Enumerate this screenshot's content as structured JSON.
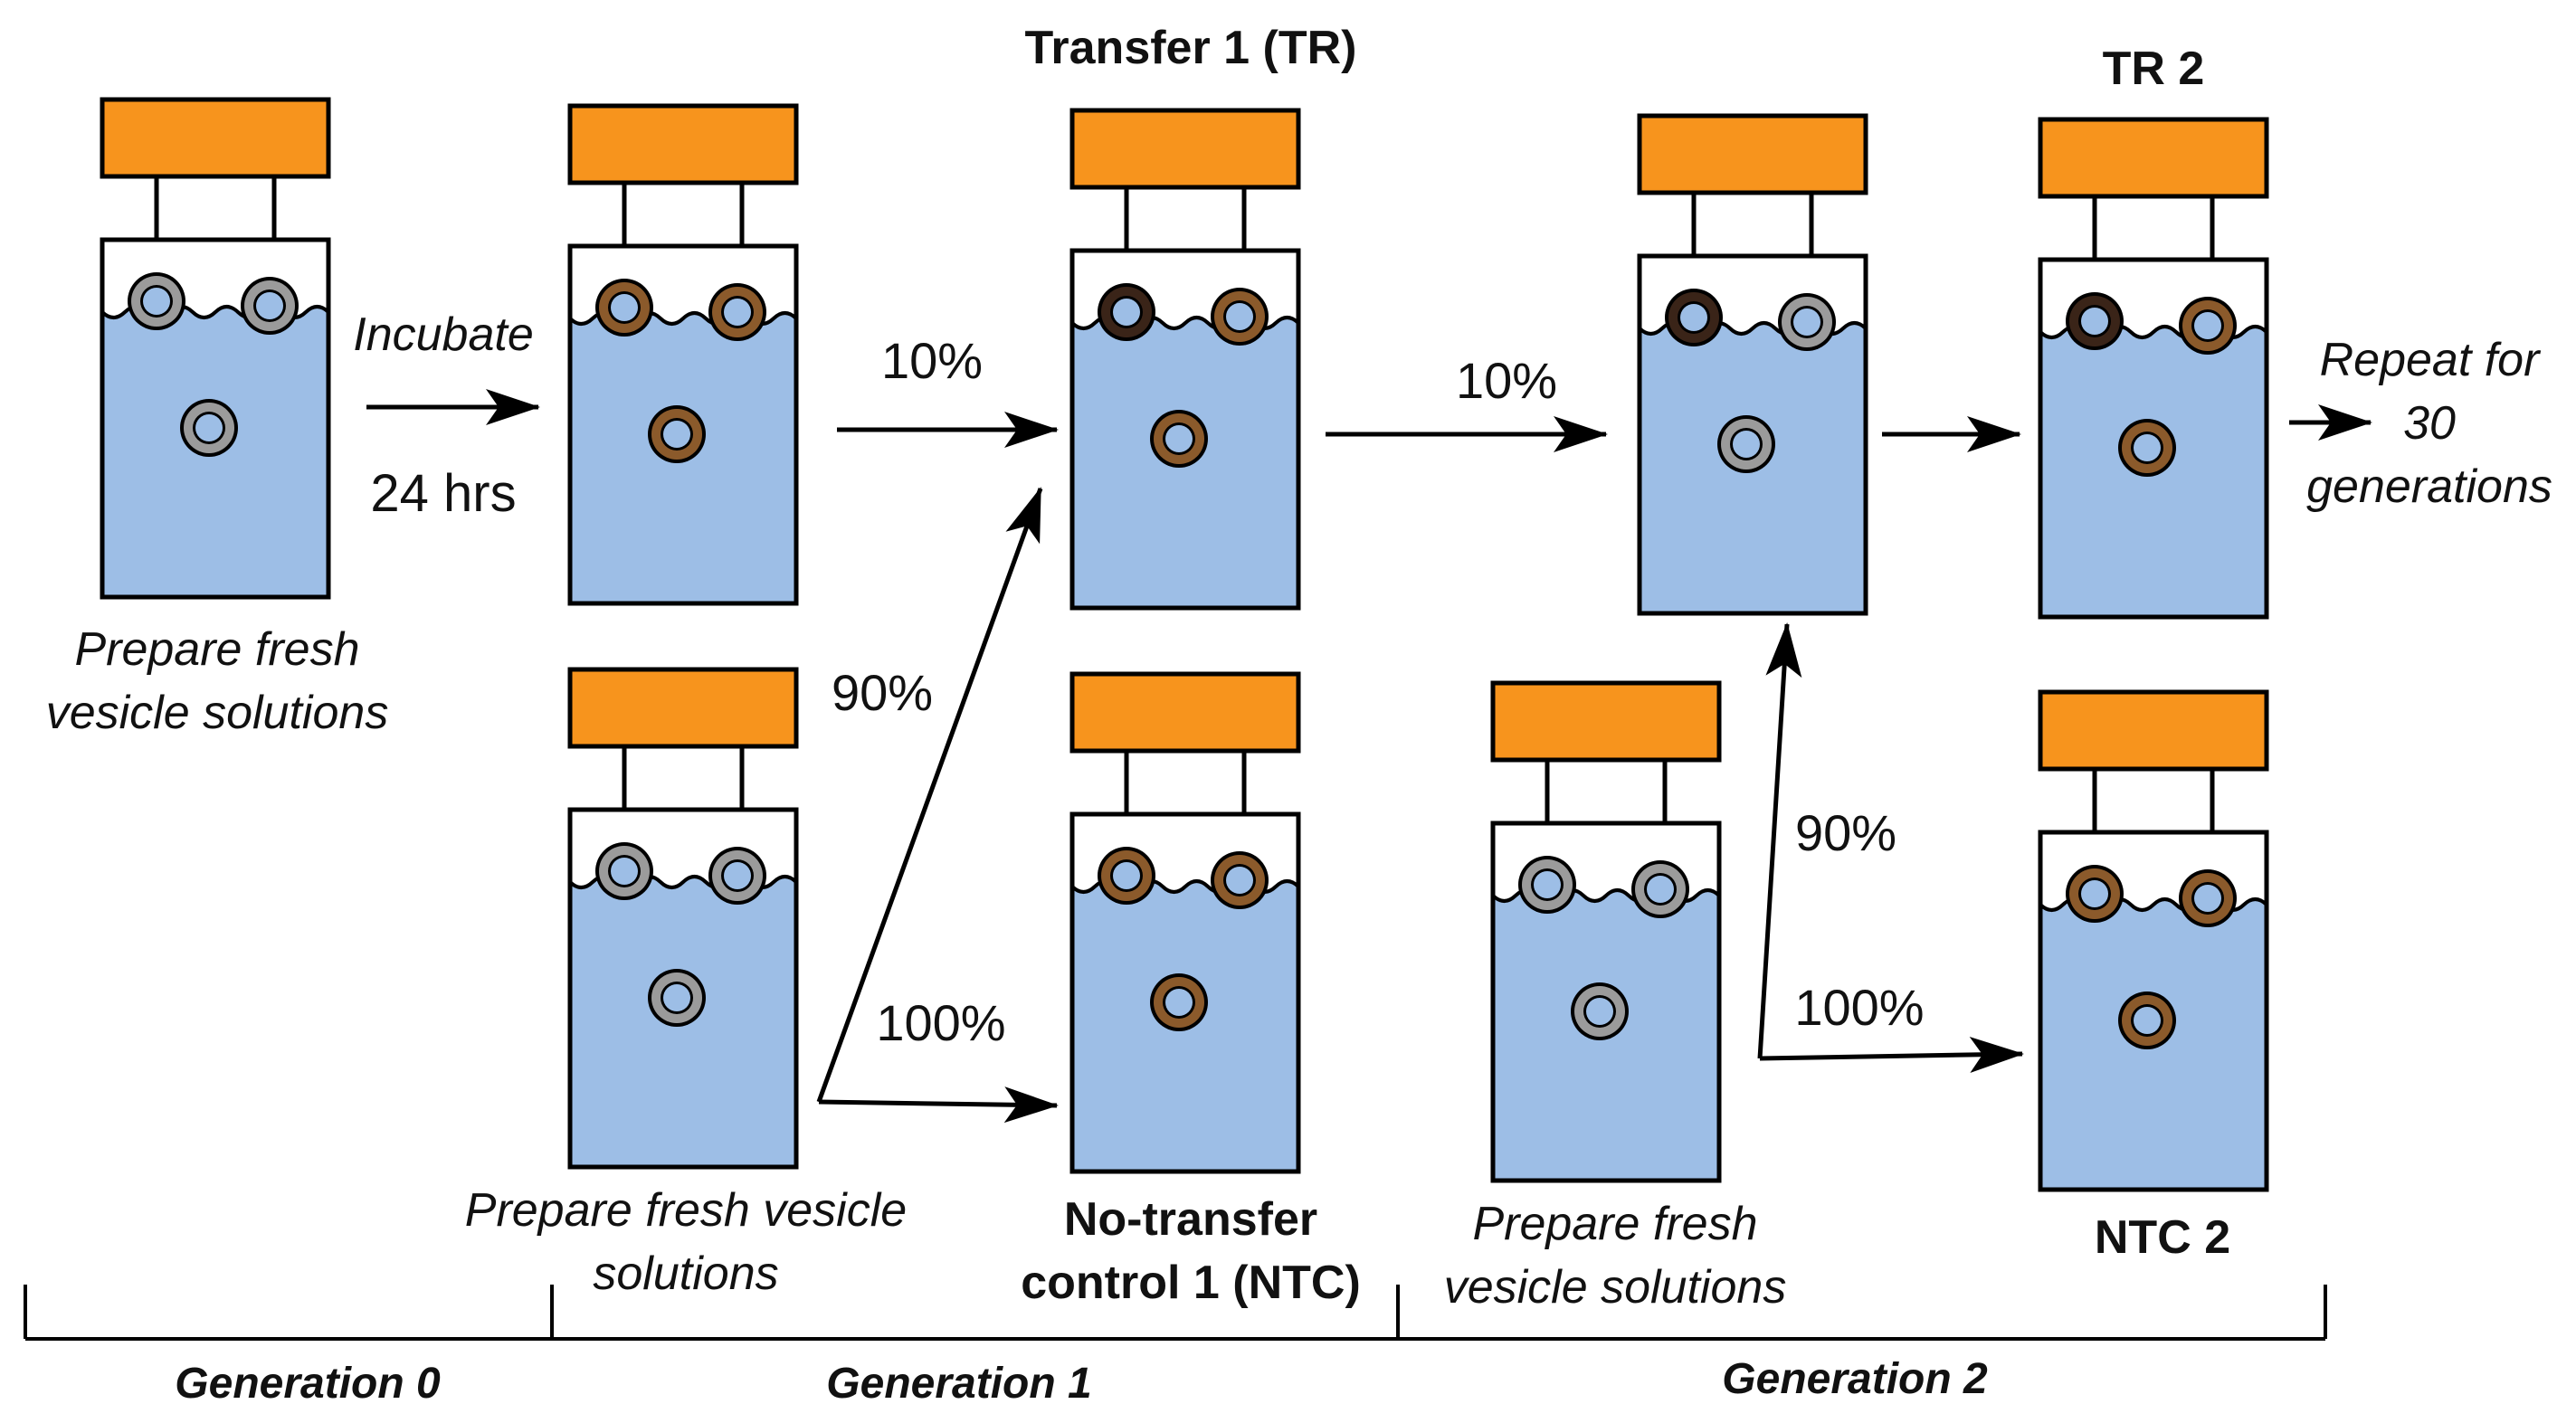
{
  "labels": {
    "incubate": "Incubate",
    "hours": "24 hrs",
    "prepare_gen0_line1": "Prepare fresh",
    "prepare_gen0_line2": "vesicle solutions",
    "prepare_gen1_line1": "Prepare fresh vesicle",
    "prepare_gen1_line2": "solutions",
    "prepare_gen2_line1": "Prepare fresh",
    "prepare_gen2_line2": "vesicle solutions",
    "transfer1": "Transfer 1 (TR)",
    "tr2": "TR 2",
    "ntc1_line1": "No-transfer",
    "ntc1_line2": "control 1 (NTC)",
    "ntc2": "NTC 2",
    "pct_10_a": "10%",
    "pct_10_b": "10%",
    "pct_90_a": "90%",
    "pct_90_b": "90%",
    "pct_100_a": "100%",
    "pct_100_b": "100%",
    "repeat_line1": "Repeat for",
    "repeat_line2": "30",
    "repeat_line3": "generations"
  },
  "generations": [
    "Generation 0",
    "Generation 1",
    "Generation 2"
  ],
  "colors": {
    "cap": "#F7941D",
    "liquid": "#9DBEE6",
    "vesicle_fresh": "#9B9B9B",
    "vesicle_incubated": "#8B5A2B",
    "vesicle_dark": "#3A2418",
    "stroke": "#000000"
  },
  "vials": [
    {
      "id": "gen0-fresh",
      "vesicles": [
        "fresh",
        "fresh",
        "fresh"
      ]
    },
    {
      "id": "gen0-incubated",
      "vesicles": [
        "incubated",
        "incubated",
        "incubated"
      ]
    },
    {
      "id": "gen1-fresh",
      "vesicles": [
        "fresh",
        "fresh",
        "fresh"
      ]
    },
    {
      "id": "tr1",
      "vesicles": [
        "dark",
        "incubated",
        "incubated"
      ]
    },
    {
      "id": "ntc1",
      "vesicles": [
        "incubated",
        "incubated",
        "incubated"
      ]
    },
    {
      "id": "tr2-mix",
      "vesicles": [
        "dark",
        "fresh",
        "fresh"
      ]
    },
    {
      "id": "gen2-fresh",
      "vesicles": [
        "fresh",
        "fresh",
        "fresh"
      ]
    },
    {
      "id": "tr2",
      "vesicles": [
        "dark",
        "incubated",
        "incubated"
      ]
    },
    {
      "id": "ntc2",
      "vesicles": [
        "incubated",
        "incubated",
        "incubated"
      ]
    }
  ]
}
